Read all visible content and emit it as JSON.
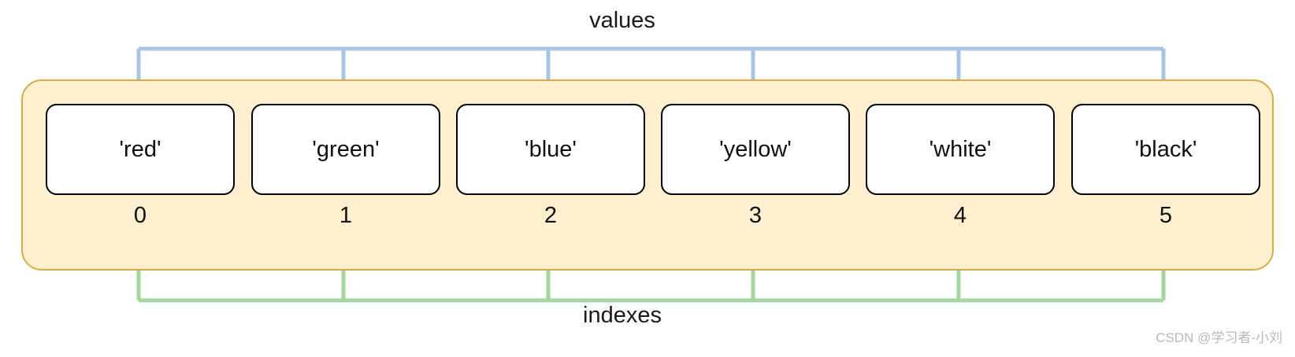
{
  "diagram": {
    "top_label": "values",
    "bottom_label": "indexes",
    "watermark": "CSDN @学习者-小刘",
    "colors": {
      "container_fill": "#fdefd0",
      "container_stroke": "#d9ab45",
      "cell_fill": "#ffffff",
      "cell_stroke": "#000000",
      "values_arrow": "#a8c4e5",
      "indexes_arrow": "#a5d6a0",
      "text": "#111111",
      "watermark": "#b8b8b8"
    },
    "cells": [
      {
        "value": "'red'",
        "index": "0"
      },
      {
        "value": "'green'",
        "index": "1"
      },
      {
        "value": "'blue'",
        "index": "2"
      },
      {
        "value": "'yellow'",
        "index": "3"
      },
      {
        "value": "'white'",
        "index": "4"
      },
      {
        "value": "'black'",
        "index": "5"
      }
    ]
  }
}
